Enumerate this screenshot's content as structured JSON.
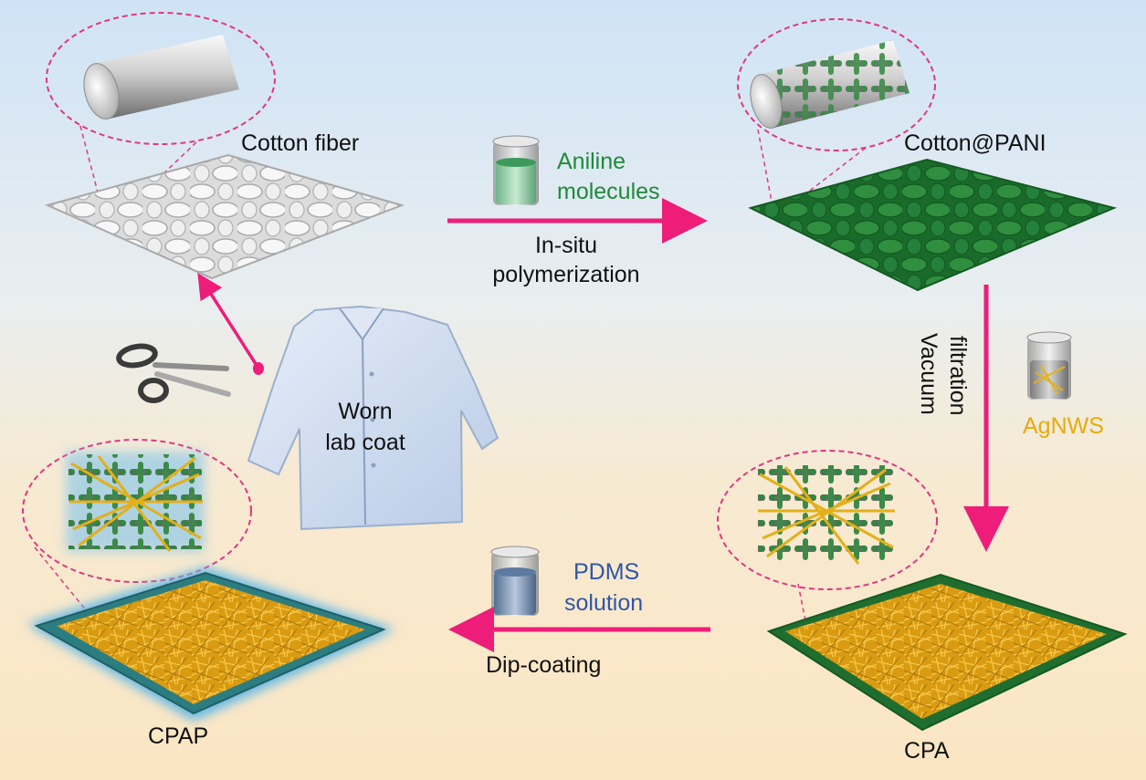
{
  "labels": {
    "cotton_fiber": "Cotton fiber",
    "aniline_line1": "Aniline",
    "aniline_line2": "molecules",
    "insitu_line1": "In-situ",
    "insitu_line2": "polymerization",
    "cotton_pani": "Cotton@PANI",
    "vacuum_line1": "Vacuum",
    "vacuum_line2": "filtration",
    "agnws": "AgNWS",
    "worn_line1": "Worn",
    "worn_line2": "lab coat",
    "pdms_line1": "PDMS",
    "pdms_line2": "solution",
    "dip_coating": "Dip-coating",
    "cpap": "CPAP",
    "cpa": "CPA"
  },
  "colors": {
    "arrow": "#ee1d7a",
    "aniline": "#1e8a3a",
    "pdms": "#2f56a8",
    "agnws": "#e7ab0c",
    "pani_fabric": "#1f7a32",
    "cotton_fabric": "#e6e6e6",
    "silver_nanowire": "#e3a614"
  },
  "icons": [
    "scissors-icon",
    "lab-coat-icon",
    "beaker-icon"
  ]
}
